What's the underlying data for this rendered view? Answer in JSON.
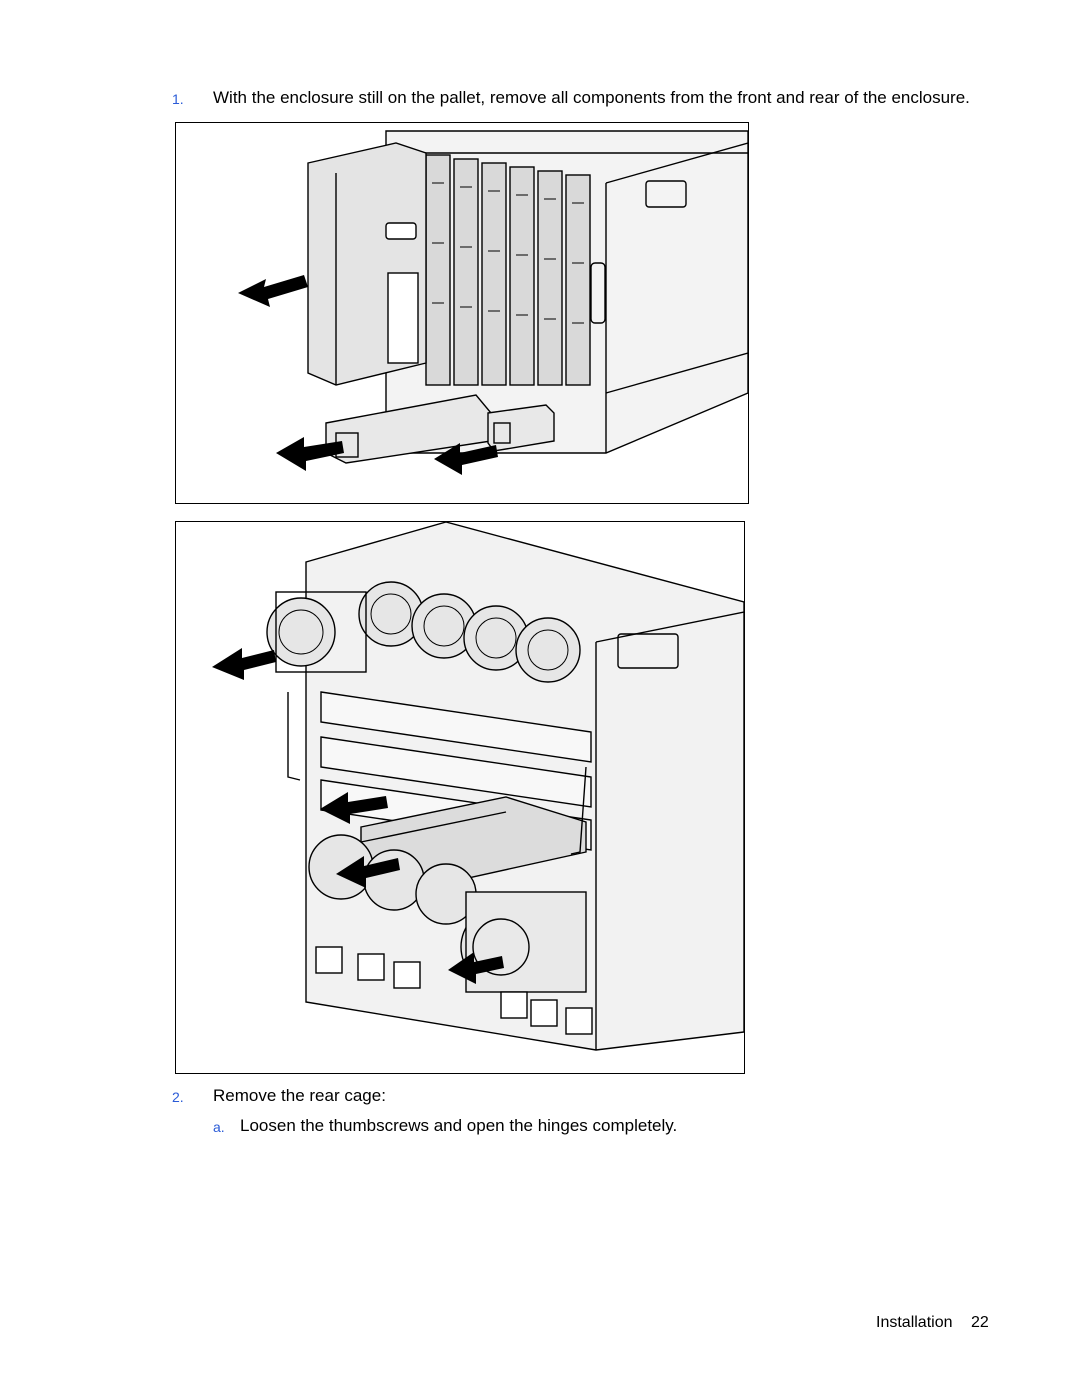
{
  "steps": [
    {
      "number": "1.",
      "text": "With the enclosure still on the pallet, remove all components from the front and rear of the enclosure."
    },
    {
      "number": "2.",
      "text": "Remove the rear cage:"
    }
  ],
  "substeps": [
    {
      "letter": "a.",
      "text": "Loosen the thumbscrews and open the hinges completely."
    }
  ],
  "footer": {
    "section": "Installation",
    "page": "22"
  },
  "colors": {
    "accent": "#2a5bd7"
  }
}
